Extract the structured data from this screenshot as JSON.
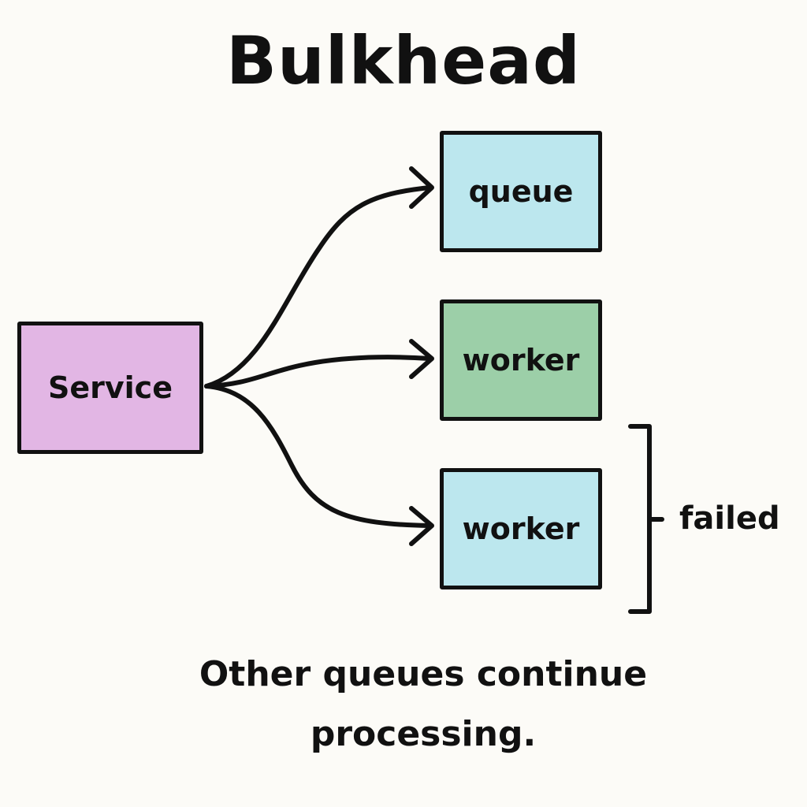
{
  "title": "Bulkhead",
  "nodes": {
    "service": "Service",
    "queue": "queue",
    "worker_top": "worker",
    "worker_bottom": "worker"
  },
  "annotation": "failed",
  "caption": {
    "line1": "Other queues continue",
    "line2": "processing."
  },
  "colors": {
    "background": "#fcfbf7",
    "service_fill": "#e2b6e4",
    "queue_fill": "#bce7ee",
    "worker_top_fill": "#9ccfa8",
    "worker_bottom_fill": "#bce7ee",
    "stroke": "#111111"
  }
}
